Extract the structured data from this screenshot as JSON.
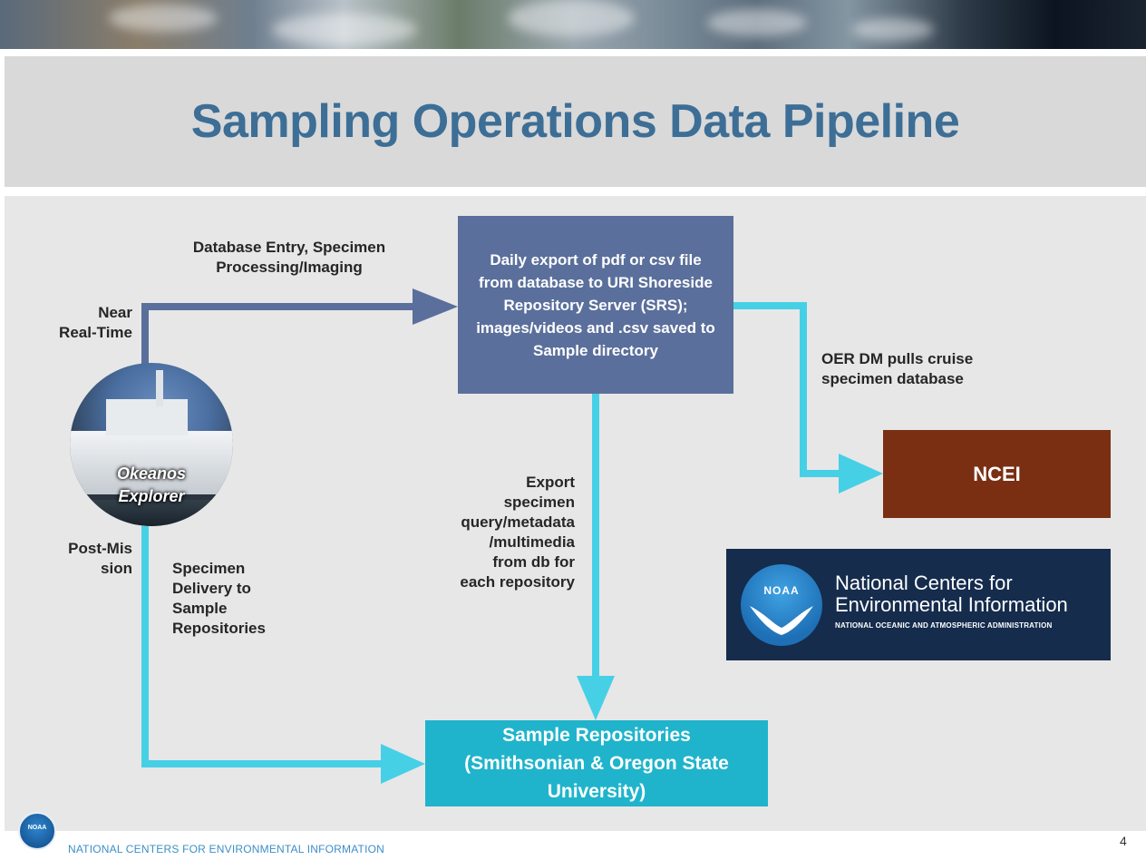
{
  "slide": {
    "title": "Sampling Operations Data Pipeline",
    "page_number": "4",
    "footer_text": "NATIONAL CENTERS FOR ENVIRONMENTAL INFORMATION"
  },
  "nodes": {
    "srs_box": "Daily export of pdf or csv file from database to URI Shoreside Repository Server (SRS); images/videos and .csv saved to Sample directory",
    "repositories_box": [
      "Sample Repositories",
      "(Smithsonian & Oregon State",
      "University)"
    ],
    "ncei_box": "NCEI",
    "ship_name": [
      "Okeanos",
      "Explorer"
    ]
  },
  "labels": {
    "near_real_time": [
      "Near",
      "Real-Time"
    ],
    "database_entry": [
      "Database Entry, Specimen",
      "Processing/Imaging"
    ],
    "post_mission": [
      "Post-Mis",
      "sion"
    ],
    "specimen_delivery": [
      "Specimen",
      "Delivery to",
      "Sample",
      "Repositories"
    ],
    "export_specimen": [
      "Export",
      "specimen",
      "query/metadata",
      "/multimedia",
      "from db for",
      "each repository"
    ],
    "oer_dm": [
      "OER DM pulls cruise",
      "specimen database"
    ]
  },
  "ncei_logo": {
    "emblem_text": "NOAA",
    "line1": "National Centers for",
    "line2": "Environmental Information",
    "line3": "NATIONAL OCEANIC AND ATMOSPHERIC ADMINISTRATION"
  },
  "footer_logo_text": "NOAA",
  "colors": {
    "title": "#3d6e96",
    "srs_box": "#5a6f9b",
    "repo_box": "#1fb4cb",
    "ncei_box": "#7a2f13",
    "arrow_dark": "#5a6f9b",
    "arrow_cyan": "#46d0e6",
    "logo_panel": "#152c4d"
  }
}
